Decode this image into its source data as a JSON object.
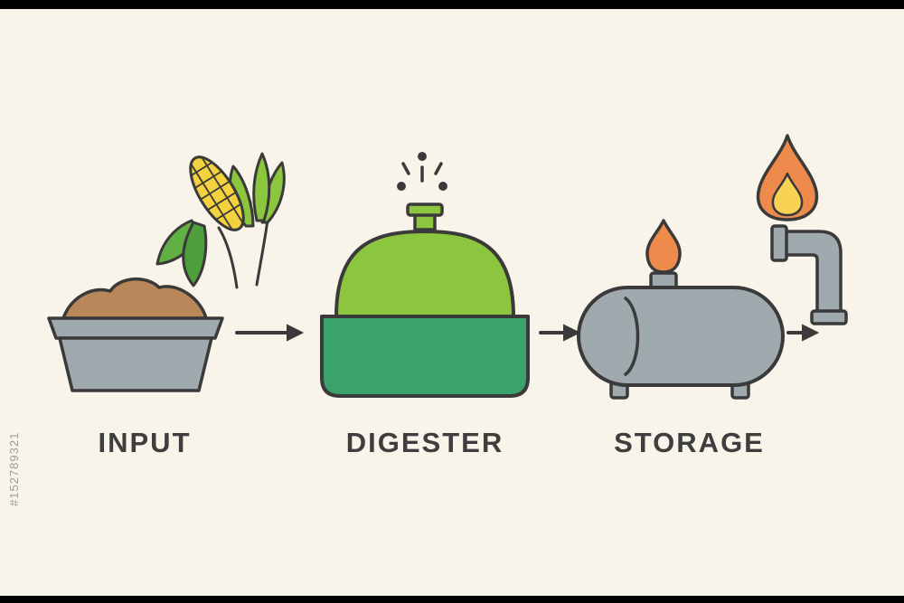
{
  "watermark": {
    "text": "#152789321"
  },
  "diagram": {
    "type": "process-flow",
    "subject": "biogas production steps"
  },
  "stages": [
    {
      "label": "INPUT",
      "icon": "feedstock-trough-with-corn"
    },
    {
      "label": "DIGESTER",
      "icon": "biogas-digester-dome-tank"
    },
    {
      "label": "STORAGE",
      "icon": "gas-storage-tank-with-flame"
    },
    {
      "label": "",
      "icon": "gas-pipe-with-burner-flame"
    }
  ],
  "colors": {
    "background": "#f8f4e9",
    "outline": "#3a3a3a",
    "gray": "#9fa9ae",
    "brown": "#b8885a",
    "corn_yellow": "#f3d23d",
    "leaf_green_dark": "#4f9e3c",
    "leaf_green_mid": "#61b044",
    "leaf_green_light": "#8cc63f",
    "dome_green": "#8cc63f",
    "body_green": "#3aa26b",
    "flame_orange": "#ef8a4d",
    "flame_yellow": "#f7d254"
  }
}
